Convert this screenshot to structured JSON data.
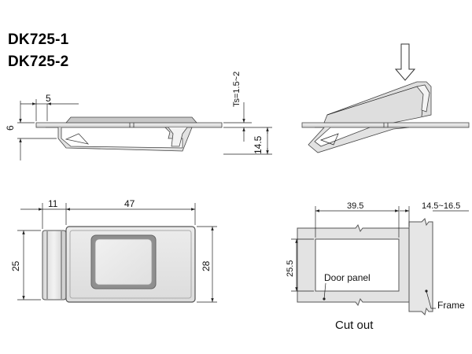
{
  "titles": [
    "DK725-1",
    "DK725-2"
  ],
  "dimensions": {
    "side_slot": "5",
    "side_height": "6",
    "side_thickness": "Ts=1.5~2",
    "side_depth": "14.5",
    "front_flange": "11",
    "front_body": "47",
    "front_left_height": "25",
    "front_right_height": "28",
    "cutout_width": "39.5",
    "cutout_height": "25.5",
    "frame_range": "14.5~16.5"
  },
  "labels": {
    "door_panel": "Door panel",
    "frame": "Frame",
    "cut_out": "Cut out"
  },
  "colors": {
    "part_fill": "#e6e6e6",
    "part_dark": "#bdbdbd",
    "panel_fill": "#e3e3e3",
    "line": "#222222"
  }
}
